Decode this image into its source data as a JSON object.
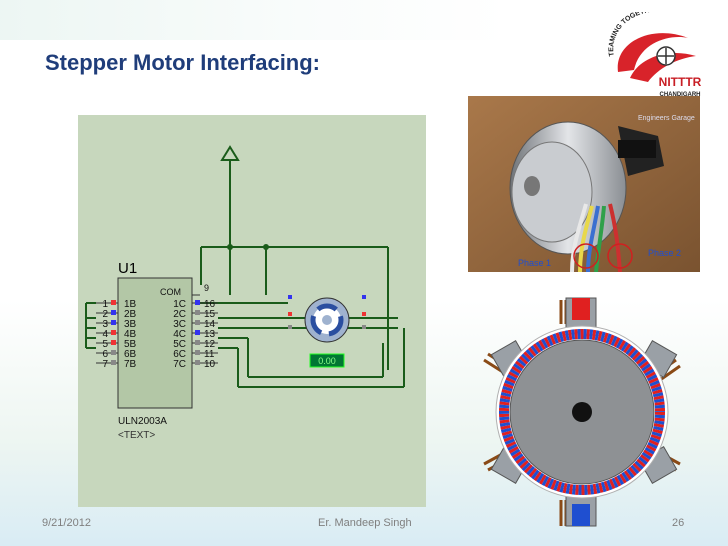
{
  "slide": {
    "title": "Stepper Motor Interfacing:",
    "footer": {
      "date": "9/21/2012",
      "author": "Er. Mandeep Singh",
      "page": "26"
    }
  },
  "logo": {
    "arc_text": "TEAMING TOGETHER",
    "name": "NITTTR",
    "city": "CHANDIGARH"
  },
  "schematic": {
    "component_ref": "U1",
    "part_number": "ULN2003A",
    "text_placeholder": "<TEXT>",
    "left_pins": [
      {
        "num": "1",
        "name": "1B"
      },
      {
        "num": "2",
        "name": "2B"
      },
      {
        "num": "3",
        "name": "3B"
      },
      {
        "num": "4",
        "name": "4B"
      },
      {
        "num": "5",
        "name": "5B"
      },
      {
        "num": "6",
        "name": "6B"
      },
      {
        "num": "7",
        "name": "7B"
      }
    ],
    "top_pin": {
      "num": "9",
      "name": "COM"
    },
    "right_pins": [
      {
        "num": "16",
        "name": "1C"
      },
      {
        "num": "15",
        "name": "2C"
      },
      {
        "num": "14",
        "name": "3C"
      },
      {
        "num": "13",
        "name": "4C"
      },
      {
        "num": "12",
        "name": "5C"
      },
      {
        "num": "11",
        "name": "6C"
      },
      {
        "num": "10",
        "name": "7C"
      }
    ],
    "motor_readout": "0.00"
  },
  "photo": {
    "watermark": "Engineers Garage",
    "phase1_label": "Phase 1",
    "phase2_label": "Phase 2"
  },
  "colors": {
    "title": "#1f3d7a",
    "schematic_bg": "#c7d7bd",
    "wire": "#1a5c1a",
    "rotor_red": "#e02020",
    "rotor_blue": "#1f4fd0"
  }
}
